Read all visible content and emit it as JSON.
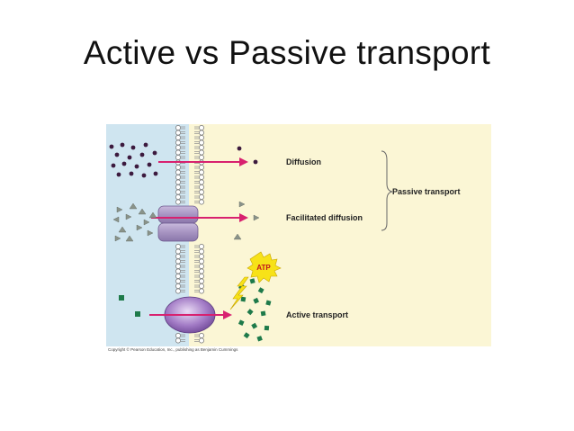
{
  "slide": {
    "title": "Active vs Passive transport"
  },
  "diagram": {
    "labels": {
      "diffusion": "Diffusion",
      "facilitated_diffusion": "Facilitated diffusion",
      "active_transport": "Active transport",
      "passive_transport": "Passive transport",
      "atp": "ATP"
    },
    "credit": "Copyright © Pearson Education, Inc., publishing as Benjamin Cummings",
    "colors": {
      "outside_bg": "#cfe5f0",
      "inside_bg": "#fbf6d5",
      "arrow": "#d8216f",
      "solute_dark": "#3c1a3e",
      "triangle": "#8a938a",
      "square": "#1e7a4a",
      "channel": "#a794c2",
      "pump": "#7f55a8",
      "atp": "#f7e218"
    }
  }
}
